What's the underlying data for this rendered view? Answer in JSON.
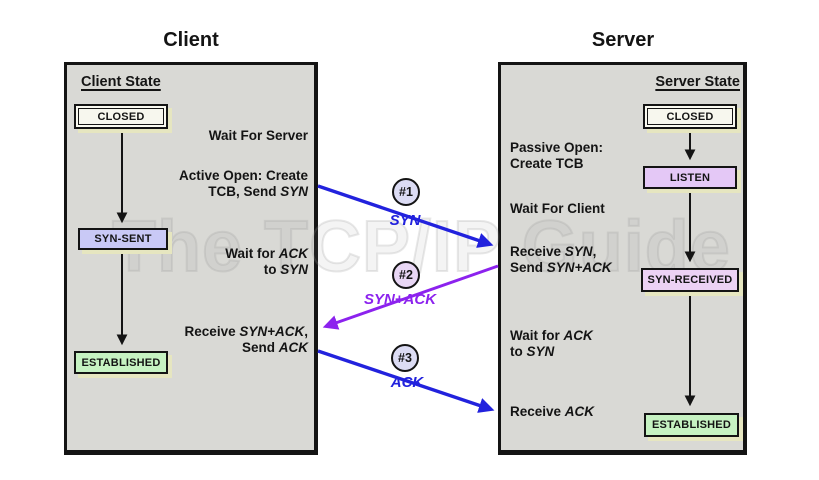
{
  "watermark": "The TCP/IP Guide",
  "colors": {
    "blue": "#2222dd",
    "purple": "#8c22ee",
    "black": "#141414",
    "panel_bg": "#d9d9d5",
    "shadow": "#e6e6c0",
    "closed_fill": "#f7f7ee",
    "syn_sent_fill": "#c9c9f6",
    "listen_fill": "#e4c8f6",
    "syn_received_fill": "#ecd2f4",
    "established_fill": "#c6f2c2",
    "circle1_fill": "#dcdcf4",
    "circle2_fill": "#e8d6f4",
    "circle3_fill": "#dcdcf4"
  },
  "client": {
    "title": "Client",
    "state_header": "Client State",
    "states": {
      "closed": "CLOSED",
      "syn_sent": "SYN-SENT",
      "established": "ESTABLISHED"
    },
    "notes": [
      {
        "lines": [
          [
            {
              "t": "Wait For Server"
            }
          ]
        ]
      },
      {
        "lines": [
          [
            {
              "t": "Active Open: Create"
            }
          ],
          [
            {
              "t": "TCB, Send "
            },
            {
              "t": "SYN",
              "i": true
            }
          ]
        ]
      },
      {
        "lines": [
          [
            {
              "t": "Wait for "
            },
            {
              "t": "ACK",
              "i": true
            }
          ],
          [
            {
              "t": "to "
            },
            {
              "t": "SYN",
              "i": true
            }
          ]
        ]
      },
      {
        "lines": [
          [
            {
              "t": "Receive "
            },
            {
              "t": "SYN+ACK",
              "i": true
            },
            {
              "t": ","
            }
          ],
          [
            {
              "t": "Send "
            },
            {
              "t": "ACK",
              "i": true
            }
          ]
        ]
      }
    ]
  },
  "server": {
    "title": "Server",
    "state_header": "Server State",
    "states": {
      "closed": "CLOSED",
      "listen": "LISTEN",
      "syn_received": "SYN-RECEIVED",
      "established": "ESTABLISHED"
    },
    "notes": [
      {
        "lines": [
          [
            {
              "t": "Passive Open:"
            }
          ],
          [
            {
              "t": "Create TCB"
            }
          ]
        ]
      },
      {
        "lines": [
          [
            {
              "t": "Wait For Client"
            }
          ]
        ]
      },
      {
        "lines": [
          [
            {
              "t": "Receive "
            },
            {
              "t": "SYN",
              "i": true
            },
            {
              "t": ","
            }
          ],
          [
            {
              "t": "Send "
            },
            {
              "t": "SYN+ACK",
              "i": true
            }
          ]
        ]
      },
      {
        "lines": [
          [
            {
              "t": "Wait for "
            },
            {
              "t": "ACK",
              "i": true
            }
          ],
          [
            {
              "t": "to "
            },
            {
              "t": "SYN",
              "i": true
            }
          ]
        ]
      },
      {
        "lines": [
          [
            {
              "t": "Receive "
            },
            {
              "t": "ACK",
              "i": true
            }
          ]
        ]
      }
    ]
  },
  "messages": [
    {
      "num": "#1",
      "label": "SYN"
    },
    {
      "num": "#2",
      "label": "SYN+ACK"
    },
    {
      "num": "#3",
      "label": "ACK"
    }
  ]
}
